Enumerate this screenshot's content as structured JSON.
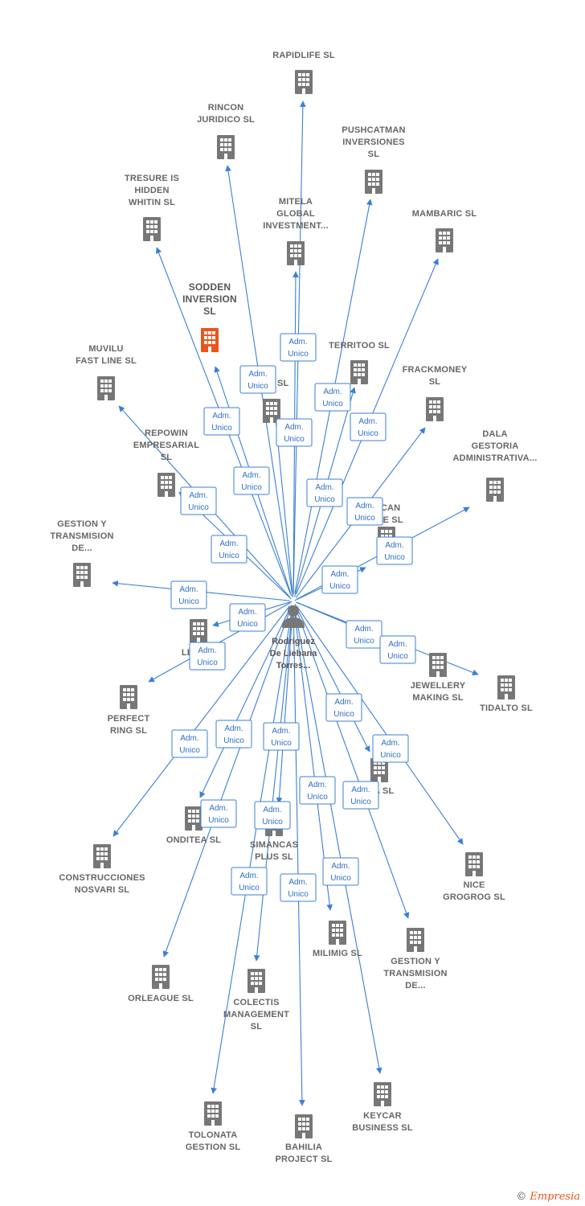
{
  "colors": {
    "edge": "#3b7fd4",
    "building": "#777777",
    "highlight": "#e8561c",
    "person": "#777777"
  },
  "edge_label": [
    "Adm.",
    "Unico"
  ],
  "center": {
    "label": [
      "Rodriguez",
      "De Liebana",
      "Torres..."
    ],
    "icon": "person-icon"
  },
  "nodes": [
    {
      "id": "rapidlife",
      "label": [
        "RAPIDLIFE  SL"
      ]
    },
    {
      "id": "rincon",
      "label": [
        "RINCON",
        "JURIDICO SL"
      ]
    },
    {
      "id": "pushcatman",
      "label": [
        "PUSHCATMAN",
        "INVERSIONES",
        "SL"
      ]
    },
    {
      "id": "tresure",
      "label": [
        "TRESURE IS",
        "HIDDEN",
        "WHITIN  SL"
      ]
    },
    {
      "id": "mitela",
      "label": [
        "MITELA",
        "GLOBAL",
        "INVESTMENT..."
      ]
    },
    {
      "id": "mambaric",
      "label": [
        "MAMBARIC  SL"
      ]
    },
    {
      "id": "sodden",
      "label": [
        "SODDEN",
        "INVERSION",
        "SL"
      ],
      "highlight": true
    },
    {
      "id": "territoo",
      "label": [
        "TERRITOO  SL"
      ]
    },
    {
      "id": "muvilu",
      "label": [
        "MUVILU",
        "FAST LINE  SL"
      ]
    },
    {
      "id": "villanova",
      "label": [
        "V          VA  SL"
      ]
    },
    {
      "id": "frackmoney",
      "label": [
        "FRACKMONEY",
        "SL"
      ]
    },
    {
      "id": "repowin",
      "label": [
        "REPOWIN",
        "EMPRESARIAL",
        "SL"
      ]
    },
    {
      "id": "dala",
      "label": [
        "DALA",
        "GESTORIA",
        "ADMINISTRATIVA..."
      ]
    },
    {
      "id": "lican",
      "label": [
        "LICAN",
        "NCE  SL"
      ]
    },
    {
      "id": "gestion1",
      "label": [
        "GESTION Y",
        "TRANSMISION",
        "DE..."
      ]
    },
    {
      "id": "legal",
      "label": [
        "LEGA          N",
        "SL"
      ]
    },
    {
      "id": "jewellery",
      "label": [
        "JEWELLERY",
        "MAKING  SL"
      ]
    },
    {
      "id": "tidalto",
      "label": [
        "TIDALTO  SL"
      ]
    },
    {
      "id": "perfect",
      "label": [
        "PERFECT",
        "RING  SL"
      ]
    },
    {
      "id": "ria",
      "label": [
        "RIA  SL"
      ]
    },
    {
      "id": "onditea",
      "label": [
        "ONDITEA  SL"
      ]
    },
    {
      "id": "simancas",
      "label": [
        "SIMANCAS",
        "PLUS  SL"
      ]
    },
    {
      "id": "construcciones",
      "label": [
        "CONSTRUCCIONES",
        "NOSVARI SL"
      ]
    },
    {
      "id": "nice",
      "label": [
        "NICE",
        "GROGROG  SL"
      ]
    },
    {
      "id": "milimig",
      "label": [
        "MILIMIG  SL"
      ]
    },
    {
      "id": "gestion2",
      "label": [
        "GESTION Y",
        "TRANSMISION",
        "DE..."
      ]
    },
    {
      "id": "orleague",
      "label": [
        "ORLEAGUE  SL"
      ]
    },
    {
      "id": "colectis",
      "label": [
        "COLECTIS",
        "MANAGEMENT",
        "SL"
      ]
    },
    {
      "id": "keycar",
      "label": [
        "KEYCAR",
        "BUSINESS  SL"
      ]
    },
    {
      "id": "tolonata",
      "label": [
        "TOLONATA",
        "GESTION  SL"
      ]
    },
    {
      "id": "bahilia",
      "label": [
        "BAHILIA",
        "PROJECT  SL"
      ]
    }
  ],
  "footer": {
    "copyright": "©",
    "brand": "Empresia"
  }
}
